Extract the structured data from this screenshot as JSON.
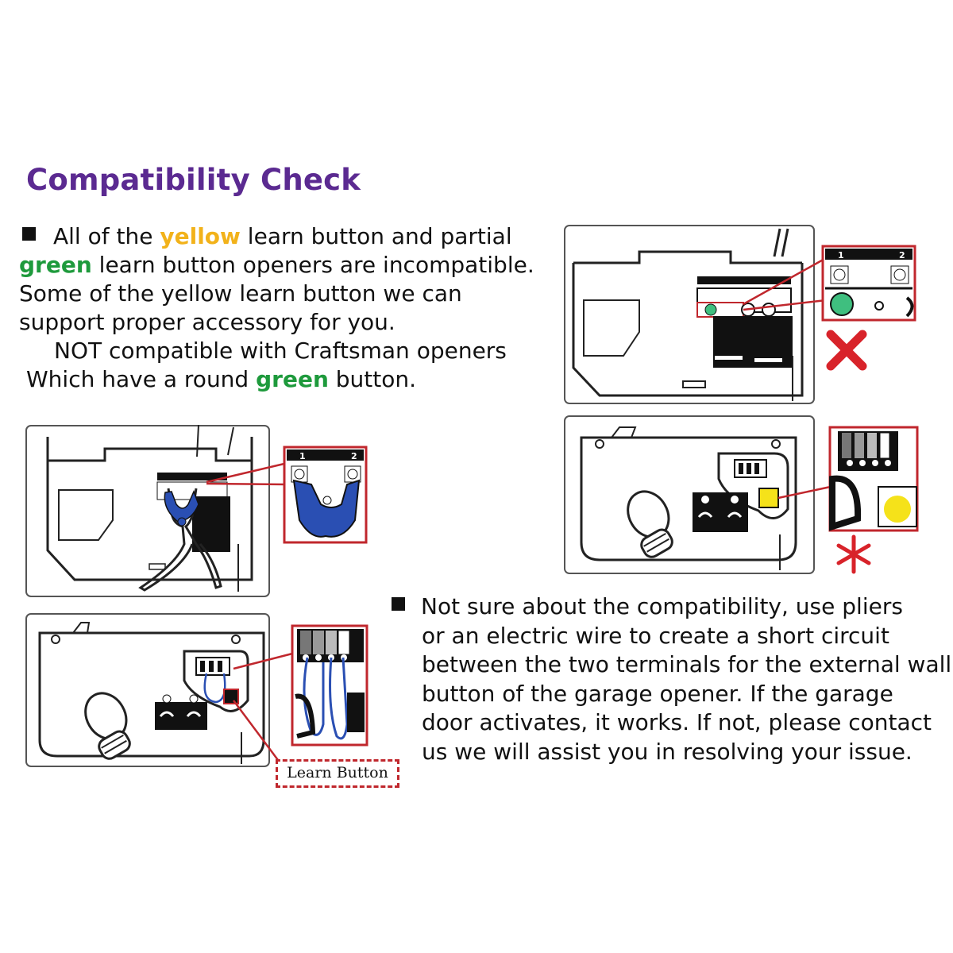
{
  "title": "Compatibility Check",
  "section1": {
    "line1_pre": "All of the ",
    "line1_yellow": "yellow",
    "line1_post": " learn button and partial",
    "line2_green": "green",
    "line2_post": " learn button openers are incompatible.",
    "line3": "Some of the yellow learn button we can",
    "line4": "support proper accessory for you.",
    "line5": "NOT compatible with Craftsman openers",
    "line6_pre": "Which have a round ",
    "line6_green": "green",
    "line6_post": " button."
  },
  "section2": {
    "lines": [
      "Not sure about the compatibility, use pliers",
      "or an electric wire to create a short circuit",
      "between the two terminals for the external wall",
      "button of the garage opener. If the garage",
      "door activates, it works. If not, please contact",
      "us we will assist you in resolving your issue."
    ]
  },
  "callout": {
    "learn_button": "Learn Button"
  },
  "diagrams": {
    "terminal_labels": [
      "1",
      "2"
    ],
    "colors": {
      "highlight_frame": "#c0272d",
      "incompatible_mark": "#d8232a",
      "green_button": "#3fbf7f",
      "yellow_button": "#f5e21a",
      "wire_blue": "#2a4fb3"
    }
  }
}
